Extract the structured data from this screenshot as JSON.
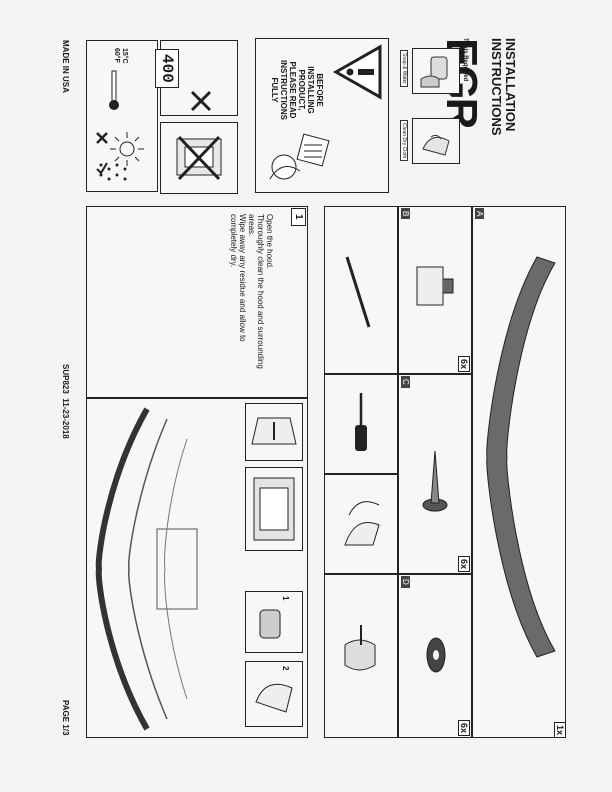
{
  "header": {
    "brand": "EGR",
    "title_line1": "INSTALLATION",
    "title_line2": "INSTRUCTIONS",
    "tools_label": "Tools Required",
    "tool1": "Soap & Water",
    "tool2": "Clean Dry Cloth"
  },
  "warning": {
    "lines": [
      "BEFORE",
      "INSTALLING",
      "PRODUCT,",
      "PLEASE READ",
      "INSTRUCTIONS",
      "FULLY"
    ]
  },
  "temperature": {
    "c": "15°C",
    "f": "60°F"
  },
  "display": {
    "reading": "400"
  },
  "made_in": "MADE IN USA",
  "footer": {
    "code": "SUP823",
    "date": "11-23-2018",
    "page": "PAGE 1/3"
  },
  "parts": {
    "a": {
      "letter": "A",
      "qty": "1x"
    },
    "b": {
      "letter": "B",
      "qty": "6x"
    },
    "c": {
      "letter": "C",
      "qty": "6x"
    },
    "d": {
      "letter": "D",
      "qty": "6x"
    }
  },
  "step1": {
    "number": "1",
    "lines": [
      "Open the hood.",
      "Thoroughly clean the hood and surrounding",
      "areas.",
      "Wipe away any residue and allow to",
      "completely dry."
    ],
    "sub1": "1",
    "sub2": "2"
  }
}
